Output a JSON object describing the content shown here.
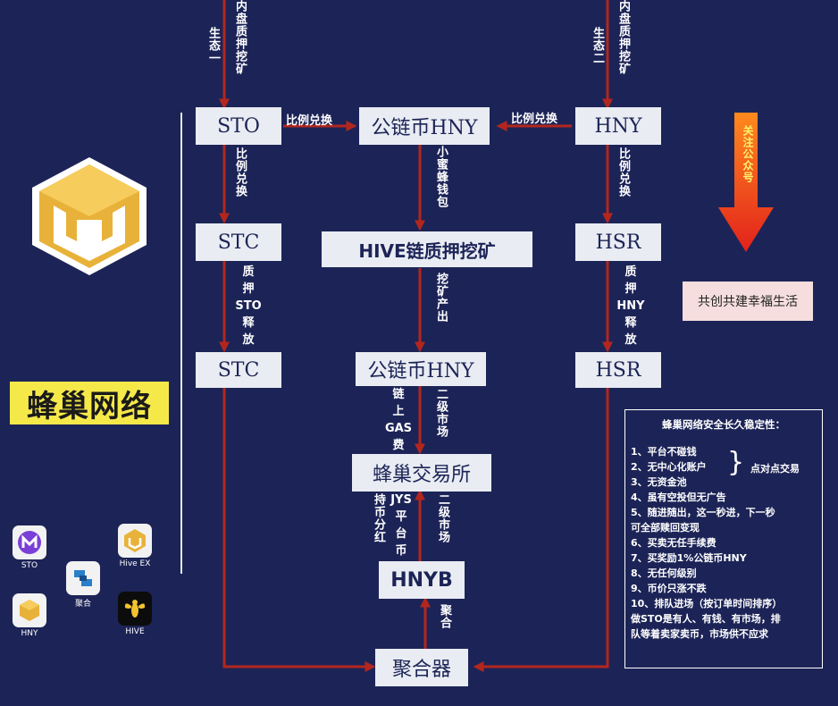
{
  "brand": "蜂巢网络",
  "slogan": "共创共建幸福生活",
  "follow_text": "关注公众号",
  "nodes": {
    "sto": "STO",
    "hny_top": "公链币HNY",
    "hny_right": "HNY",
    "stc1": "STC",
    "hive_mining": "HIVE链质押挖矿",
    "hsr1": "HSR",
    "stc2": "STC",
    "hny_mid": "公链币HNY",
    "hsr2": "HSR",
    "exchange": "蜂巢交易所",
    "hnyb": "HNYB",
    "aggregator": "聚合器"
  },
  "labels": {
    "eco1": "生态一",
    "internal1": "内盘质押挖矿",
    "eco2": "生态二",
    "internal2": "内盘质押挖矿",
    "ratio_left": "比例兑换",
    "ratio_right": "比例兑换",
    "ratio_sto": "比例兑换",
    "ratio_hny": "比例兑换",
    "wallet": "小蜜蜂钱包",
    "pledge_left_a": "质",
    "pledge_left_b": "押",
    "pledge_left_c": "STO",
    "pledge_left_d": "释",
    "pledge_left_e": "放",
    "output": "挖矿产出",
    "pledge_right_a": "质",
    "pledge_right_b": "押",
    "pledge_right_c": "HNY",
    "pledge_right_d": "释",
    "pledge_right_e": "放",
    "gas_a": "链",
    "gas_b": "上",
    "gas_c": "GAS",
    "gas_d": "费",
    "secondary1": "二级市场",
    "hold_col1": "持币分红",
    "hold_col2_a": "JYS",
    "hold_col2_b": "平",
    "hold_col2_c": "台",
    "hold_col2_d": "币",
    "secondary2": "二级市场",
    "aggregate": "聚合"
  },
  "info": {
    "title": "蜂巢网络安全长久稳定性：",
    "lines": [
      "1、平台不碰钱",
      "2、无中心化账户",
      "3、无资金池",
      "4、虽有空投但无广告",
      "5、随进随出，这一秒进，下一秒",
      "可全部赎回变现",
      "6、买卖无任手续费",
      "7、买奖励1%公链币HNY",
      "8、无任何级别",
      "9、币价只涨不跌",
      "10、排队进场（按订单时间排序）",
      "做STO是有人、有钱、有市场，排",
      "队等着卖家卖币，市场供不应求"
    ],
    "p2p": "点对点交易"
  },
  "apps": [
    {
      "label": "STO",
      "icon": "sto-app-icon"
    },
    {
      "label": "Hive EX",
      "icon": "hive-ex-app-icon"
    },
    {
      "label": "聚合",
      "icon": "aggregator-app-icon"
    },
    {
      "label": "HNY",
      "icon": "hny-app-icon"
    },
    {
      "label": "HIVE",
      "icon": "hive-bee-app-icon"
    }
  ],
  "colors": {
    "background": "#1c2457",
    "arrow": "#b3261e",
    "node": "#e9ecf2",
    "brand_bg": "#f5e94a",
    "logo_gold": "#e8b23a"
  }
}
